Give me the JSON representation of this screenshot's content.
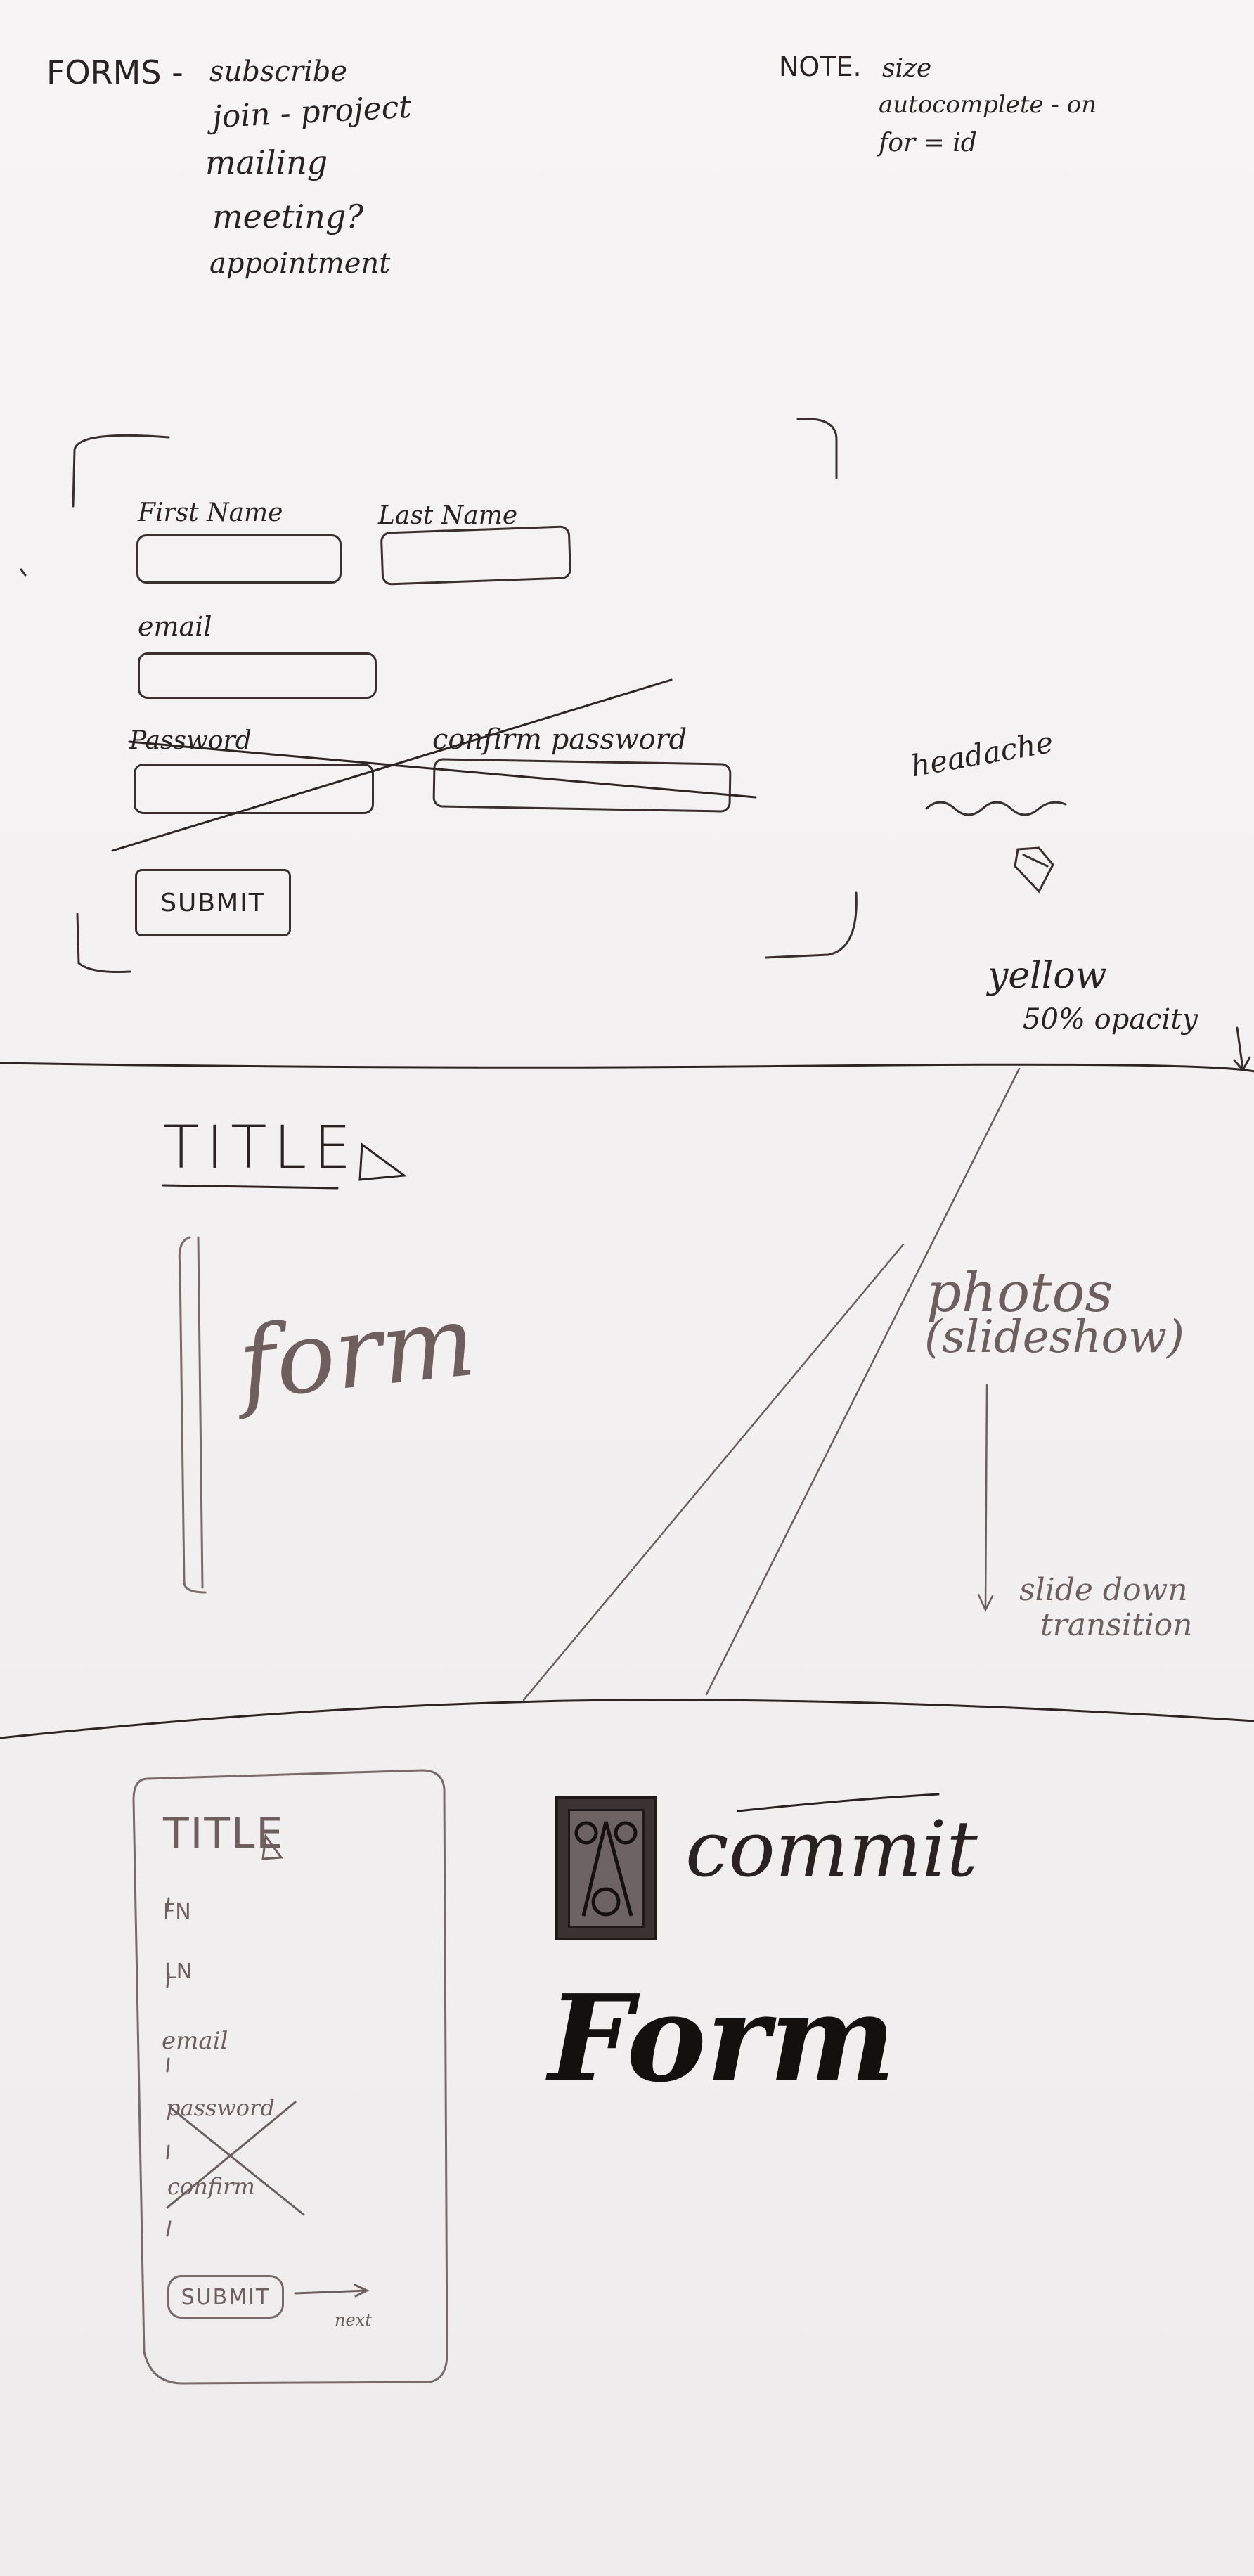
{
  "notes_header": {
    "forms_label": "FORMS -",
    "form_types": [
      "subscribe",
      "join - project",
      "mailing",
      "meeting?",
      "appointment"
    ],
    "note_label": "NOTE.",
    "note_items": [
      "size",
      "autocomplete - on",
      "for = id"
    ]
  },
  "signup_form": {
    "first_name_label": "First Name",
    "last_name_label": "Last Name",
    "email_label": "email",
    "password_label": "Password",
    "confirm_password_label": "confirm password",
    "submit_label": "SUBMIT"
  },
  "side_notes": {
    "headache": "headache",
    "yellow": "yellow",
    "opacity": "50% opacity"
  },
  "layout_sketch": {
    "title": "TITLE",
    "form_word": "form",
    "photos_label": "photos",
    "slideshow_label": "(slideshow)",
    "slide_down_label": "slide down",
    "transition_label": "transition"
  },
  "mobile_sketch": {
    "title": "TITLE",
    "fn_label": "FN",
    "ln_label": "LN",
    "email_label": "email",
    "password_label": "password",
    "confirm_label": "confirm",
    "submit_label": "SUBMIT",
    "next_label": "next"
  },
  "brand": {
    "commit_word": "commit",
    "form_word": "Form"
  },
  "colors": {
    "paper": "#f3f1f1",
    "ink": "#2a2222",
    "pencil": "#6e5e5e"
  }
}
